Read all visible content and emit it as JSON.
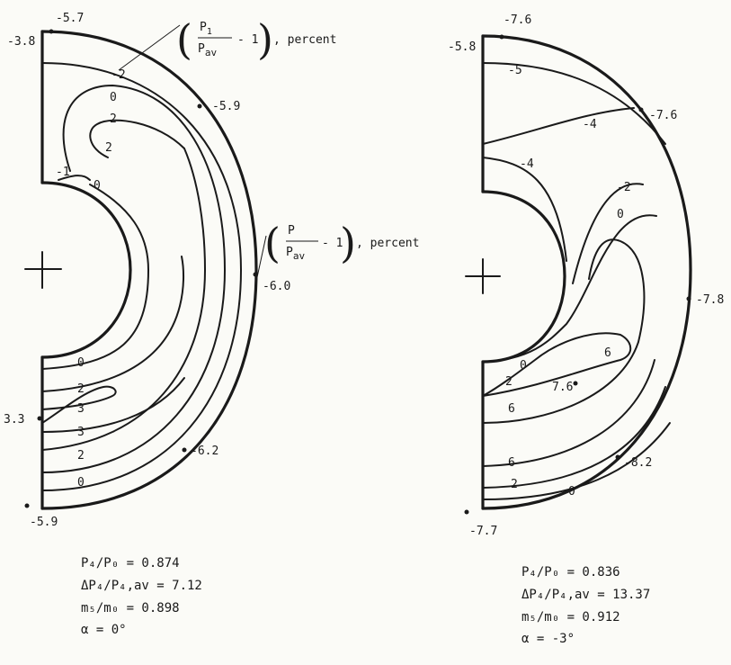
{
  "left": {
    "callout_top": {
      "num": "P",
      "num_sub": "1",
      "den": "P",
      "den_sub": "av",
      "rest": "- 1",
      "suffix": ", percent"
    },
    "callout_side": {
      "num": "P",
      "den": "P",
      "den_sub": "av",
      "rest": "- 1",
      "suffix": ", percent"
    },
    "boundary_values": [
      "-5.7",
      "-3.8",
      "-5.9",
      "-6.0",
      "3.3",
      "-6.2",
      "-5.9"
    ],
    "contour_labels": [
      "-2",
      "0",
      "2",
      "2",
      "-1",
      "0",
      "0",
      "2",
      "3",
      "3",
      "2",
      "0"
    ],
    "caption": [
      "P₄/P₀ = 0.874",
      "ΔP₄/P₄,av = 7.12",
      "m₅/m₀ = 0.898",
      "α = 0°"
    ]
  },
  "right": {
    "boundary_values": [
      "-7.6",
      "-5.8",
      "-7.6",
      "-7.8",
      "-8.2",
      "-7.7"
    ],
    "contour_labels": [
      "-5",
      "-4",
      "-4",
      "-2",
      "0",
      "0",
      "6",
      "2",
      "6",
      "6",
      "2",
      "0"
    ],
    "interior_value": "7.6",
    "caption": [
      "P₄/P₀ = 0.836",
      "ΔP₄/P₄,av = 13.37",
      "m₅/m₀ = 0.912",
      "α = -3°"
    ]
  }
}
